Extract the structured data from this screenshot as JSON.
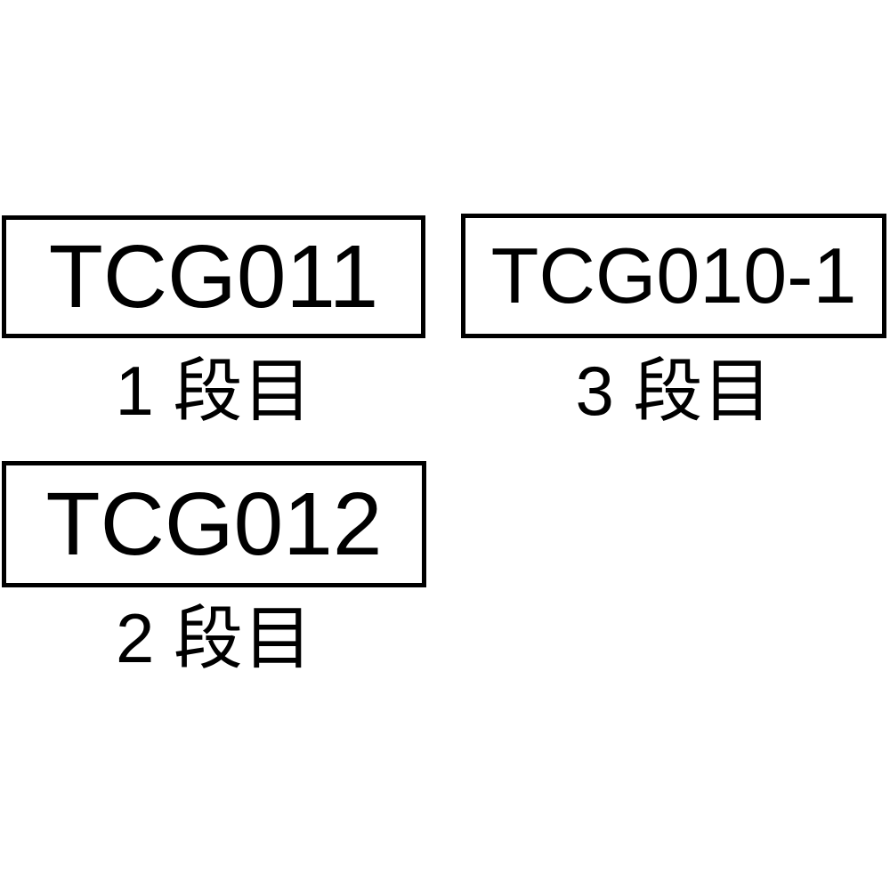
{
  "diagram": {
    "description_colors": {
      "line": "#000000",
      "background": "#ffffff",
      "text": "#000000"
    },
    "items": [
      {
        "code": "TCG011",
        "tier": "1 段目"
      },
      {
        "code": "TCG010-1",
        "tier": "3 段目"
      },
      {
        "code": "TCG012",
        "tier": "2 段目"
      }
    ]
  }
}
